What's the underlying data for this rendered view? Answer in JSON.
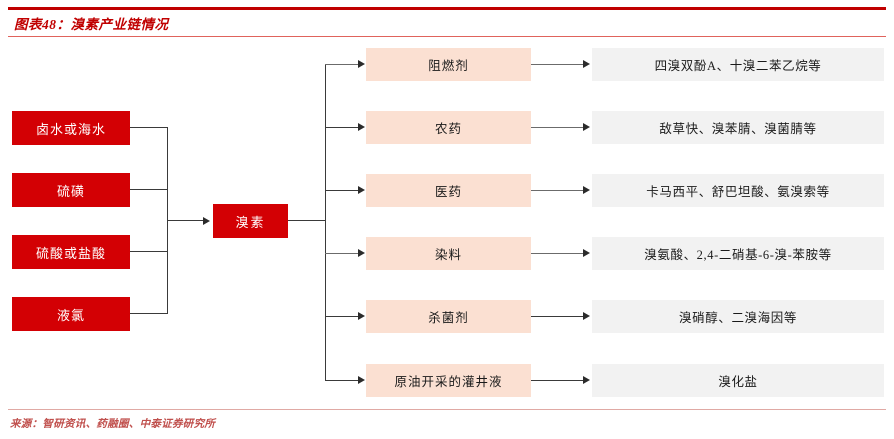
{
  "header": {
    "title": "图表48：溴素产业链情况",
    "rule_color": "#c00000"
  },
  "footer": {
    "source": "来源：智研资讯、药融圈、中泰证券研究所"
  },
  "colors": {
    "red": "#d30004",
    "pink": "#fbe0d2",
    "gray": "#f2f2f2",
    "line": "#3a3a3a",
    "title": "#c00000",
    "source": "#c0504d"
  },
  "diagram": {
    "inputs": [
      {
        "label": "卤水或海水"
      },
      {
        "label": "硫磺"
      },
      {
        "label": "硫酸或盐酸"
      },
      {
        "label": "液氯"
      }
    ],
    "hub": {
      "label": "溴素"
    },
    "applications": [
      {
        "label": "阻燃剂",
        "products": "四溴双酚A、十溴二苯乙烷等"
      },
      {
        "label": "农药",
        "products": "敌草快、溴苯腈、溴菌腈等"
      },
      {
        "label": "医药",
        "products": "卡马西平、舒巴坦酸、氨溴索等"
      },
      {
        "label": "染料",
        "products": "溴氨酸、2,4-二硝基-6-溴-苯胺等"
      },
      {
        "label": "杀菌剂",
        "products": "溴硝醇、二溴海因等"
      },
      {
        "label": "原油开采的灌井液",
        "products": "溴化盐"
      }
    ]
  }
}
